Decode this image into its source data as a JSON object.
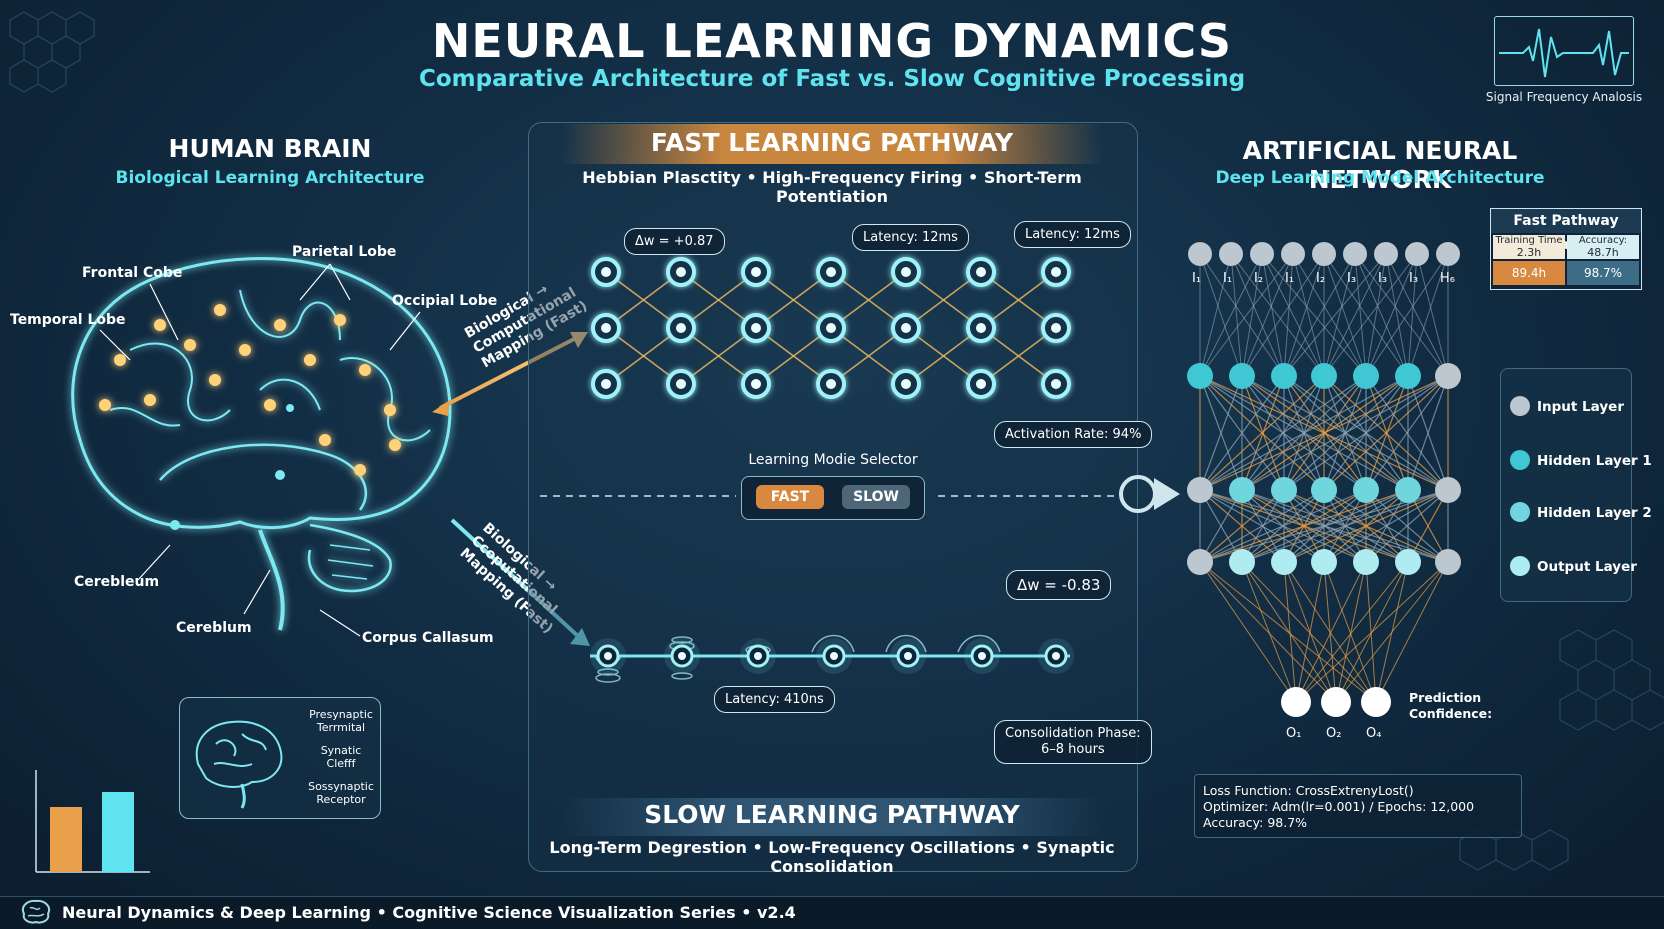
{
  "header": {
    "title": "NEURAL LEARNING DYNAMICS",
    "subtitle": "Comparative Architecture of Fast vs. Slow Cognitive Processing",
    "signal_label": "Signal Frequency Analosis"
  },
  "brain": {
    "title": "HUMAN BRAIN",
    "subtitle": "Biological Learning Architecture",
    "labels": {
      "frontal": "Frontal Cobe",
      "parietal": "Parietal Lobe",
      "temporal": "Temporal Lobe",
      "occipital": "Occipial Lobe",
      "cerebleum1": "Cerebleum",
      "cerebleum2": "Cereblum",
      "corpus": "Corpus Callasum"
    },
    "mapping_top": [
      "Biological →",
      "Computational",
      "Mapping (Fast)"
    ],
    "mapping_bottom": [
      "Biological →",
      "Ccoputational",
      "Mapping (Fast)"
    ],
    "synapse": {
      "presynaptic": [
        "Presynaptic",
        "Terrmital"
      ],
      "cleft": [
        "Synatic",
        "Clefff"
      ],
      "receptor": [
        "Sossynaptic",
        "Receptor"
      ]
    },
    "mini_bars": [
      0.65,
      0.8
    ]
  },
  "fast": {
    "title": "FAST LEARNING PATHWAY",
    "subtitle": "Hebbian Plasctity • High-Frequency Firing • Short-Term Potentiation",
    "bubble_dw": "Δw = +0.87",
    "bubble_lat1": "Latency: 12ms",
    "bubble_lat2": "Latency: 12ms",
    "bubble_act": "Activation Rate: 94%"
  },
  "selector": {
    "label": "Learning Modie Selector",
    "fast": "FAST",
    "slow": "SLOW"
  },
  "slow": {
    "title": "SLOW LEARNING PATHWAY",
    "subtitle": "Long-Term Degrestion • Low-Frequency Oscillations • Synaptic Consolidation",
    "bubble_dw": "Δw = -0.83",
    "bubble_lat": "Latency: 410ns",
    "bubble_consol": [
      "Consolidation Phase:",
      "6–8 hours"
    ]
  },
  "ann": {
    "title": "ARTIFICIAL NEURAL NETWORK",
    "subtitle": "Deep Learning Model Architecture",
    "input_labels": [
      "I₁",
      "I₁",
      "I₂",
      "I₁",
      "I₂",
      "I₃",
      "I₃",
      "I₃",
      "H₆"
    ],
    "output_labels": [
      "O₁",
      "O₂",
      "O₄"
    ],
    "prediction": [
      "Prediction",
      "Confidence:"
    ],
    "analog": {
      "title": "Fast Pathway Analog",
      "col1_head": "Training Time",
      "col2_head": "Accuracy:",
      "row1": [
        "2.3h",
        "48.7h"
      ],
      "row2": [
        "89.4h",
        "98.7%"
      ]
    },
    "legend": [
      "Input Layer",
      "Hidden Layer 1",
      "Hidden Layer 2",
      "Output Layer"
    ],
    "loss": {
      "line1": "Loss Function:  CrossExtrenyLost()",
      "line2": "Optimizer:  Adm(lr=0.001) / Epochs:    12,000",
      "line3": "Accuracy:  98.7%"
    }
  },
  "colors": {
    "cyan": "#5fe3ef",
    "orange": "#e8a04a",
    "node_grey": "#bcc7cf",
    "hidden_teal": "#3fc8d4",
    "output_light": "#aeecf1"
  },
  "footer": {
    "text": "Neural Dynamics & Deep Learning • Cognitive Science Visualization Series • v2.4"
  }
}
